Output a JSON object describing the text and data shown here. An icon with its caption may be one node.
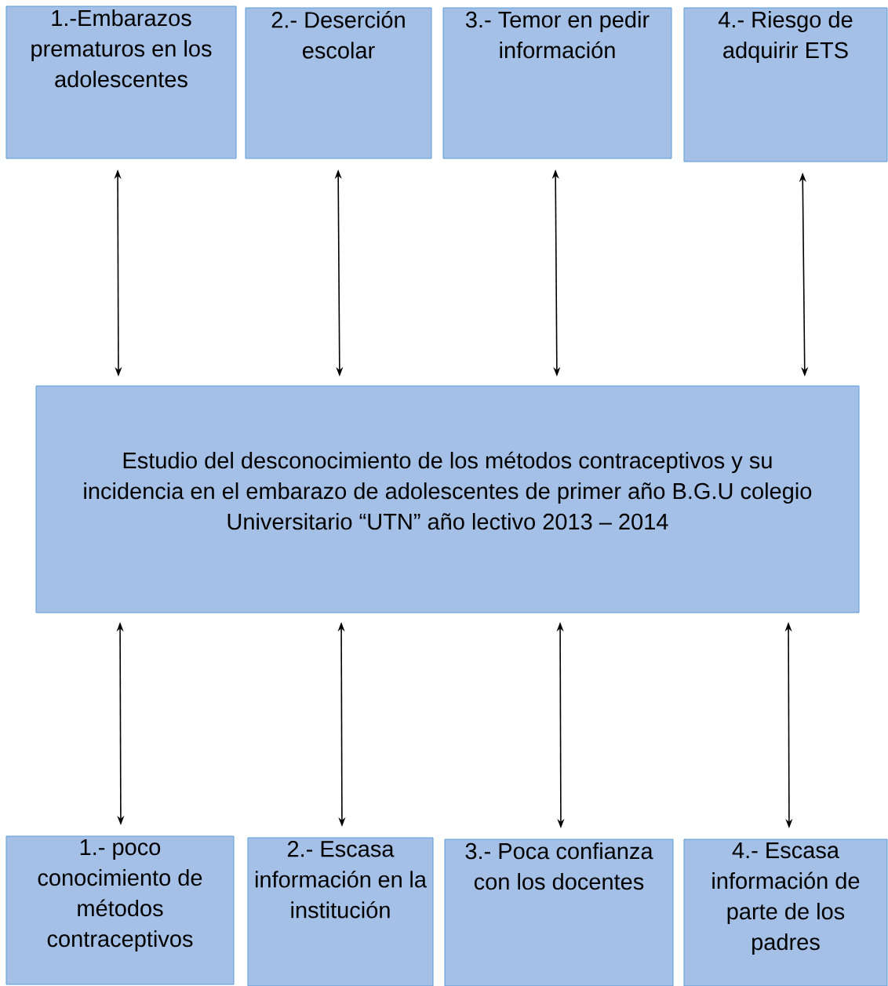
{
  "diagram": {
    "nodes": [
      {
        "text": [
          "1.-Embarazos prematuros en los adolescentes"
        ]
      },
      {
        "text": [
          "2.- Deserción escolar"
        ]
      },
      {
        "text": [
          "3.- Temor en pedir información"
        ]
      },
      {
        "text": [
          "4.- Riesgo de adquirir ETS"
        ]
      },
      {
        "text": [
          "Estudio del desconocimiento de los métodos contraceptivos y su incidencia en el embarazo de adolescentes de primer año B.G.U colegio Universitario “UTN” año lectivo 2013 – 2014"
        ]
      },
      {
        "text": [
          "1.- poco conocimiento de métodos contraceptivos"
        ]
      },
      {
        "text": [
          "2.- Escasa información en la institución"
        ]
      },
      {
        "text": [
          "3.- Poca confianza con los docentes"
        ]
      },
      {
        "text": [
          "4.- Escasa información de parte de los padres"
        ]
      }
    ],
    "edges": [
      {
        "from": 0,
        "to": 4,
        "arrow": "both"
      },
      {
        "from": 1,
        "to": 4,
        "arrow": "both"
      },
      {
        "from": 2,
        "to": 4,
        "arrow": "both"
      },
      {
        "from": 3,
        "to": 4,
        "arrow": "both"
      },
      {
        "from": 5,
        "to": 4,
        "arrow": "both"
      },
      {
        "from": 6,
        "to": 4,
        "arrow": "both"
      },
      {
        "from": 7,
        "to": 4,
        "arrow": "both"
      },
      {
        "from": 8,
        "to": 4,
        "arrow": "both"
      }
    ]
  }
}
